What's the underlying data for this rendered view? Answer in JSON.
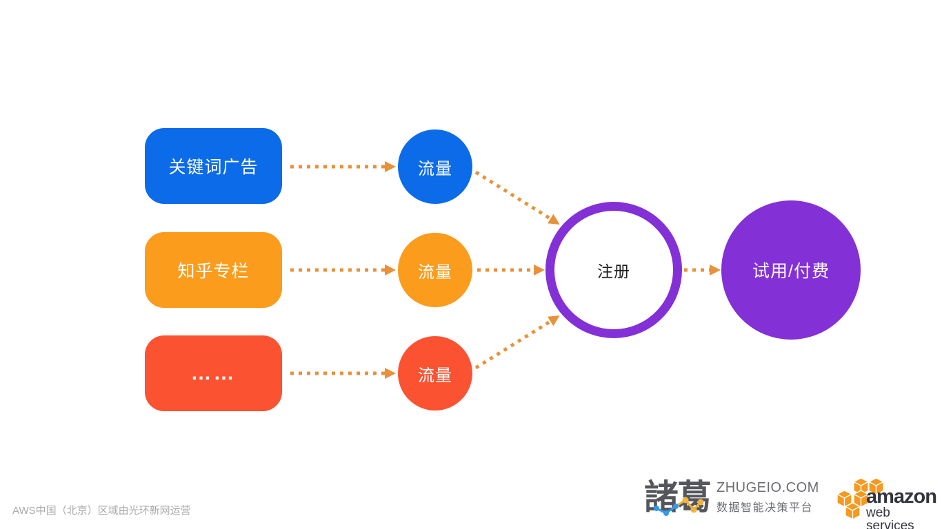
{
  "diagram": {
    "arrow_color": "#e8913a",
    "sources": [
      {
        "label": "关键词广告",
        "color": "#0b6be8",
        "text_color": "#ffffff"
      },
      {
        "label": "知乎专栏",
        "color": "#fc9c1d",
        "text_color": "#ffffff"
      },
      {
        "label": "……",
        "color": "#fb5231",
        "text_color": "#ffffff"
      }
    ],
    "traffic_nodes": [
      {
        "label": "流量",
        "color": "#0b6be8",
        "text_color": "#ffffff"
      },
      {
        "label": "流量",
        "color": "#fc9c1d",
        "text_color": "#ffffff"
      },
      {
        "label": "流量",
        "color": "#fb5231",
        "text_color": "#ffffff"
      }
    ],
    "register_node": {
      "label": "注册",
      "ring_color": "#8330d6",
      "fill": "#ffffff",
      "text_color": "#1f1f1f"
    },
    "conversion_node": {
      "label": "试用/付费",
      "color": "#8330d6",
      "text_color": "#ffffff"
    }
  },
  "footer": {
    "disclaimer": "AWS中国（北京）区域由光环新网运营",
    "zhuge": {
      "mark": "諸葛",
      "name": "ZHUGEIO.COM",
      "tagline": "数据智能决策平台",
      "chart_blue": "#2e9bf0",
      "chart_yellow": "#f0b33e"
    },
    "aws": {
      "name": "amazon",
      "subtitle": "web services",
      "cube_color": "#f6991e"
    }
  }
}
